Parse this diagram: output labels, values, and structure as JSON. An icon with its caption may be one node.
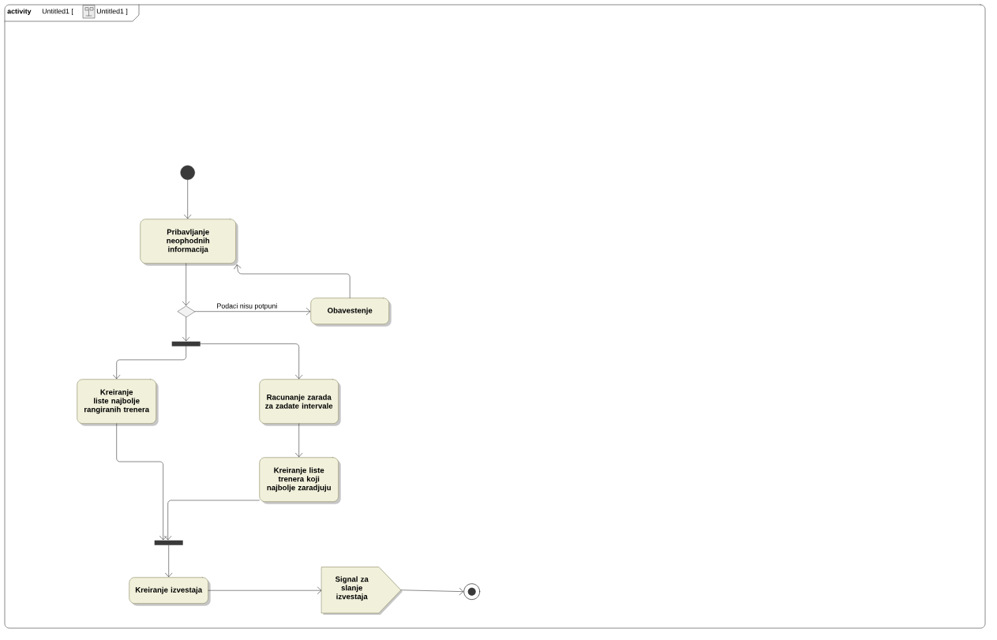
{
  "diagram": {
    "nodes": [
      {
        "text": [
          "activity",
          "Untitled1 [",
          "Untitled1 ]"
        ]
      },
      {
        "text": [],
        "shape": "circle",
        "in": 0
      },
      {
        "text": [
          "Pribavljanje neophodnih informacija"
        ],
        "in": 0
      },
      {
        "text": [],
        "shape": "diamond",
        "in": 0
      },
      {
        "text": [
          "Obavestenje"
        ],
        "in": 0
      },
      {
        "text": [],
        "shape": "bar",
        "in": 0
      },
      {
        "text": [
          "Kreiranje liste najbolje rangiranih trenera"
        ],
        "in": 0
      },
      {
        "text": [
          "Racunanje zarada za zadate intervale"
        ],
        "in": 0
      },
      {
        "text": [
          "Kreiranje liste trenera koji najbolje zaradjuju"
        ],
        "in": 0
      },
      {
        "text": [],
        "shape": "bar",
        "in": 0
      },
      {
        "text": [
          "Kreiranje izvestaja"
        ],
        "in": 0
      },
      {
        "text": [
          "Signal za slanje izvestaja"
        ],
        "in": 0
      },
      {
        "text": [],
        "shape": "circle",
        "in": 0
      }
    ],
    "edges": [
      {
        "from": 1,
        "to": 2,
        "arrow": "to"
      },
      {
        "from": 2,
        "to": 3,
        "arrow": "to"
      },
      {
        "from": 3,
        "to": 4,
        "arrow": "to",
        "label": "Podaci nisu potpuni"
      },
      {
        "from": 4,
        "to": 2,
        "arrow": "to"
      },
      {
        "from": 3,
        "to": 5,
        "arrow": "to"
      },
      {
        "from": 5,
        "to": 6,
        "arrow": "to"
      },
      {
        "from": 5,
        "to": 7,
        "arrow": "to"
      },
      {
        "from": 7,
        "to": 8,
        "arrow": "to"
      },
      {
        "from": 6,
        "to": 9,
        "arrow": "to"
      },
      {
        "from": 8,
        "to": 9,
        "arrow": "to"
      },
      {
        "from": 9,
        "to": 10,
        "arrow": "to"
      },
      {
        "from": 10,
        "to": 11,
        "arrow": "to"
      },
      {
        "from": 11,
        "to": 12,
        "arrow": "to"
      }
    ]
  }
}
